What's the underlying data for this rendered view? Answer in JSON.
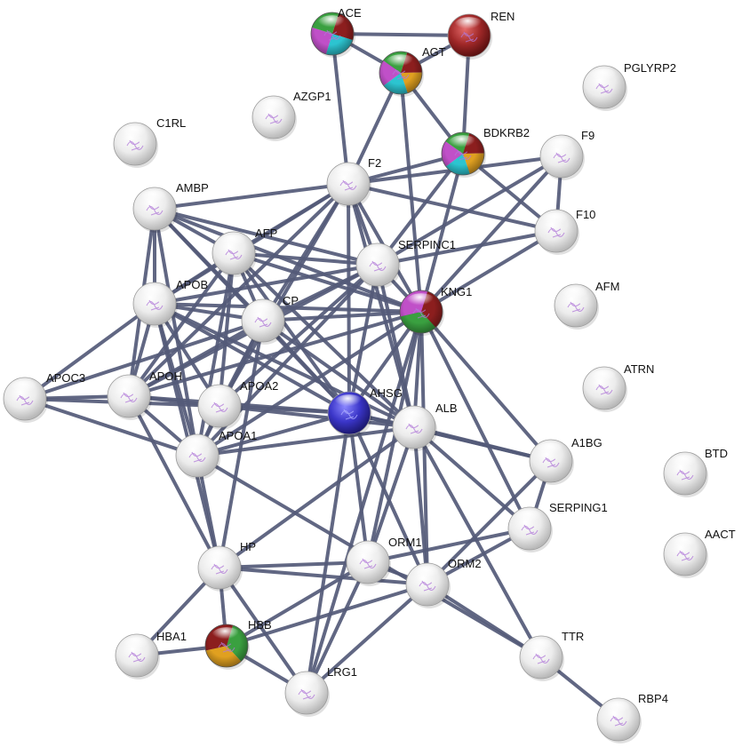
{
  "colors": {
    "edge": "#545b79",
    "node_default": "#e8e8e8",
    "query_node": "#3a35c8",
    "shell_red": "#8c1e1e",
    "shell_cyan": "#2cc4d0",
    "shell_magenta": "#c050c8",
    "shell_green": "#3aa040",
    "shell_yellow": "#e0a020"
  },
  "nodes": [
    {
      "id": "ACE",
      "label": "ACE",
      "fill": "multi-red-cyan-magenta-green"
    },
    {
      "id": "REN",
      "label": "REN",
      "fill": "red"
    },
    {
      "id": "AGT",
      "label": "AGT",
      "fill": "multi"
    },
    {
      "id": "PGLYRP2",
      "label": "PGLYRP2",
      "fill": "default"
    },
    {
      "id": "AZGP1",
      "label": "AZGP1",
      "fill": "default"
    },
    {
      "id": "C1RL",
      "label": "C1RL",
      "fill": "default"
    },
    {
      "id": "BDKRB2",
      "label": "BDKRB2",
      "fill": "multi"
    },
    {
      "id": "F9",
      "label": "F9",
      "fill": "default"
    },
    {
      "id": "F2",
      "label": "F2",
      "fill": "default"
    },
    {
      "id": "AMBP",
      "label": "AMBP",
      "fill": "default"
    },
    {
      "id": "F10",
      "label": "F10",
      "fill": "default"
    },
    {
      "id": "AFP",
      "label": "AFP",
      "fill": "default"
    },
    {
      "id": "SERPINC1",
      "label": "SERPINC1",
      "fill": "default"
    },
    {
      "id": "APOB",
      "label": "APOB",
      "fill": "default"
    },
    {
      "id": "AFM",
      "label": "AFM",
      "fill": "default"
    },
    {
      "id": "KNG1",
      "label": "KNG1",
      "fill": "multi-red-green-magenta"
    },
    {
      "id": "CP",
      "label": "CP",
      "fill": "default"
    },
    {
      "id": "ATRN",
      "label": "ATRN",
      "fill": "default"
    },
    {
      "id": "APOC3",
      "label": "APOC3",
      "fill": "default"
    },
    {
      "id": "APOH",
      "label": "APOH",
      "fill": "default"
    },
    {
      "id": "APOA2",
      "label": "APOA2",
      "fill": "default"
    },
    {
      "id": "AHSG",
      "label": "AHSG",
      "fill": "query"
    },
    {
      "id": "ALB",
      "label": "ALB",
      "fill": "default"
    },
    {
      "id": "APOA1",
      "label": "APOA1",
      "fill": "default"
    },
    {
      "id": "A1BG",
      "label": "A1BG",
      "fill": "default"
    },
    {
      "id": "BTD",
      "label": "BTD",
      "fill": "default"
    },
    {
      "id": "SERPING1",
      "label": "SERPING1",
      "fill": "default"
    },
    {
      "id": "AACT",
      "label": "AACT",
      "fill": "default"
    },
    {
      "id": "HP",
      "label": "HP",
      "fill": "default"
    },
    {
      "id": "ORM1",
      "label": "ORM1",
      "fill": "default"
    },
    {
      "id": "ORM2",
      "label": "ORM2",
      "fill": "default"
    },
    {
      "id": "HBA1",
      "label": "HBA1",
      "fill": "default"
    },
    {
      "id": "HBB",
      "label": "HBB",
      "fill": "multi-green-red-yellow"
    },
    {
      "id": "TTR",
      "label": "TTR",
      "fill": "default"
    },
    {
      "id": "LRG1",
      "label": "LRG1",
      "fill": "default"
    },
    {
      "id": "RBP4",
      "label": "RBP4",
      "fill": "default"
    }
  ],
  "edges": [
    [
      "ACE",
      "REN"
    ],
    [
      "ACE",
      "AGT"
    ],
    [
      "REN",
      "AGT"
    ],
    [
      "ACE",
      "F2"
    ],
    [
      "AGT",
      "F2"
    ],
    [
      "AGT",
      "BDKRB2"
    ],
    [
      "REN",
      "BDKRB2"
    ],
    [
      "AGT",
      "KNG1"
    ],
    [
      "BDKRB2",
      "F2"
    ],
    [
      "BDKRB2",
      "KNG1"
    ],
    [
      "BDKRB2",
      "SERPINC1"
    ],
    [
      "BDKRB2",
      "F10"
    ],
    [
      "F9",
      "F2"
    ],
    [
      "F9",
      "F10"
    ],
    [
      "F9",
      "SERPINC1"
    ],
    [
      "F9",
      "KNG1"
    ],
    [
      "F2",
      "F10"
    ],
    [
      "F2",
      "AMBP"
    ],
    [
      "F2",
      "AFP"
    ],
    [
      "F2",
      "SERPINC1"
    ],
    [
      "F2",
      "KNG1"
    ],
    [
      "F2",
      "APOB"
    ],
    [
      "F2",
      "CP"
    ],
    [
      "F2",
      "AHSG"
    ],
    [
      "F2",
      "ALB"
    ],
    [
      "F2",
      "APOA2"
    ],
    [
      "F2",
      "APOH"
    ],
    [
      "F10",
      "SERPINC1"
    ],
    [
      "F10",
      "KNG1"
    ],
    [
      "AMBP",
      "AFP"
    ],
    [
      "AMBP",
      "APOB"
    ],
    [
      "AMBP",
      "CP"
    ],
    [
      "AMBP",
      "SERPINC1"
    ],
    [
      "AMBP",
      "KNG1"
    ],
    [
      "AMBP",
      "AHSG"
    ],
    [
      "AMBP",
      "APOH"
    ],
    [
      "AMBP",
      "APOA1"
    ],
    [
      "AFP",
      "APOB"
    ],
    [
      "AFP",
      "CP"
    ],
    [
      "AFP",
      "SERPINC1"
    ],
    [
      "AFP",
      "KNG1"
    ],
    [
      "AFP",
      "AHSG"
    ],
    [
      "AFP",
      "ALB"
    ],
    [
      "AFP",
      "APOA1"
    ],
    [
      "AFP",
      "APOA2"
    ],
    [
      "AFP",
      "APOH"
    ],
    [
      "APOB",
      "CP"
    ],
    [
      "APOB",
      "SERPINC1"
    ],
    [
      "APOB",
      "KNG1"
    ],
    [
      "APOB",
      "AHSG"
    ],
    [
      "APOB",
      "ALB"
    ],
    [
      "APOB",
      "APOA1"
    ],
    [
      "APOB",
      "APOA2"
    ],
    [
      "APOB",
      "APOH"
    ],
    [
      "APOB",
      "APOC3"
    ],
    [
      "APOB",
      "HP"
    ],
    [
      "CP",
      "SERPINC1"
    ],
    [
      "CP",
      "KNG1"
    ],
    [
      "CP",
      "AHSG"
    ],
    [
      "CP",
      "ALB"
    ],
    [
      "CP",
      "APOA1"
    ],
    [
      "CP",
      "APOA2"
    ],
    [
      "CP",
      "APOH"
    ],
    [
      "CP",
      "HP"
    ],
    [
      "SERPINC1",
      "KNG1"
    ],
    [
      "SERPINC1",
      "AHSG"
    ],
    [
      "SERPINC1",
      "ALB"
    ],
    [
      "SERPINC1",
      "APOA1"
    ],
    [
      "SERPINC1",
      "APOA2"
    ],
    [
      "SERPINC1",
      "APOH"
    ],
    [
      "KNG1",
      "AHSG"
    ],
    [
      "KNG1",
      "ALB"
    ],
    [
      "KNG1",
      "APOA1"
    ],
    [
      "KNG1",
      "APOH"
    ],
    [
      "KNG1",
      "A1BG"
    ],
    [
      "KNG1",
      "SERPING1"
    ],
    [
      "KNG1",
      "ORM1"
    ],
    [
      "KNG1",
      "ORM2"
    ],
    [
      "KNG1",
      "LRG1"
    ],
    [
      "APOC3",
      "APOH"
    ],
    [
      "APOC3",
      "APOA2"
    ],
    [
      "APOC3",
      "APOA1"
    ],
    [
      "APOC3",
      "CP"
    ],
    [
      "APOH",
      "APOA2"
    ],
    [
      "APOH",
      "APOA1"
    ],
    [
      "APOH",
      "AHSG"
    ],
    [
      "APOH",
      "HP"
    ],
    [
      "APOA2",
      "APOA1"
    ],
    [
      "APOA2",
      "AHSG"
    ],
    [
      "APOA2",
      "ALB"
    ],
    [
      "AHSG",
      "ALB"
    ],
    [
      "AHSG",
      "APOA1"
    ],
    [
      "AHSG",
      "A1BG"
    ],
    [
      "AHSG",
      "ORM1"
    ],
    [
      "AHSG",
      "ORM2"
    ],
    [
      "AHSG",
      "LRG1"
    ],
    [
      "ALB",
      "APOA1"
    ],
    [
      "ALB",
      "A1BG"
    ],
    [
      "ALB",
      "SERPING1"
    ],
    [
      "ALB",
      "ORM1"
    ],
    [
      "ALB",
      "ORM2"
    ],
    [
      "ALB",
      "TTR"
    ],
    [
      "ALB",
      "HP"
    ],
    [
      "APOA1",
      "HP"
    ],
    [
      "APOA1",
      "TTR"
    ],
    [
      "A1BG",
      "SERPING1"
    ],
    [
      "A1BG",
      "ORM2"
    ],
    [
      "A1BG",
      "AHSG"
    ],
    [
      "SERPING1",
      "ORM1"
    ],
    [
      "SERPING1",
      "ORM2"
    ],
    [
      "HP",
      "ORM1"
    ],
    [
      "HP",
      "ORM2"
    ],
    [
      "HP",
      "HBB"
    ],
    [
      "HP",
      "HBA1"
    ],
    [
      "HP",
      "LRG1"
    ],
    [
      "ORM1",
      "ORM2"
    ],
    [
      "ORM1",
      "HBB"
    ],
    [
      "ORM1",
      "LRG1"
    ],
    [
      "ORM2",
      "TTR"
    ],
    [
      "ORM2",
      "HBB"
    ],
    [
      "ORM2",
      "LRG1"
    ],
    [
      "HBA1",
      "HBB"
    ],
    [
      "HBB",
      "LRG1"
    ],
    [
      "TTR",
      "RBP4"
    ]
  ]
}
